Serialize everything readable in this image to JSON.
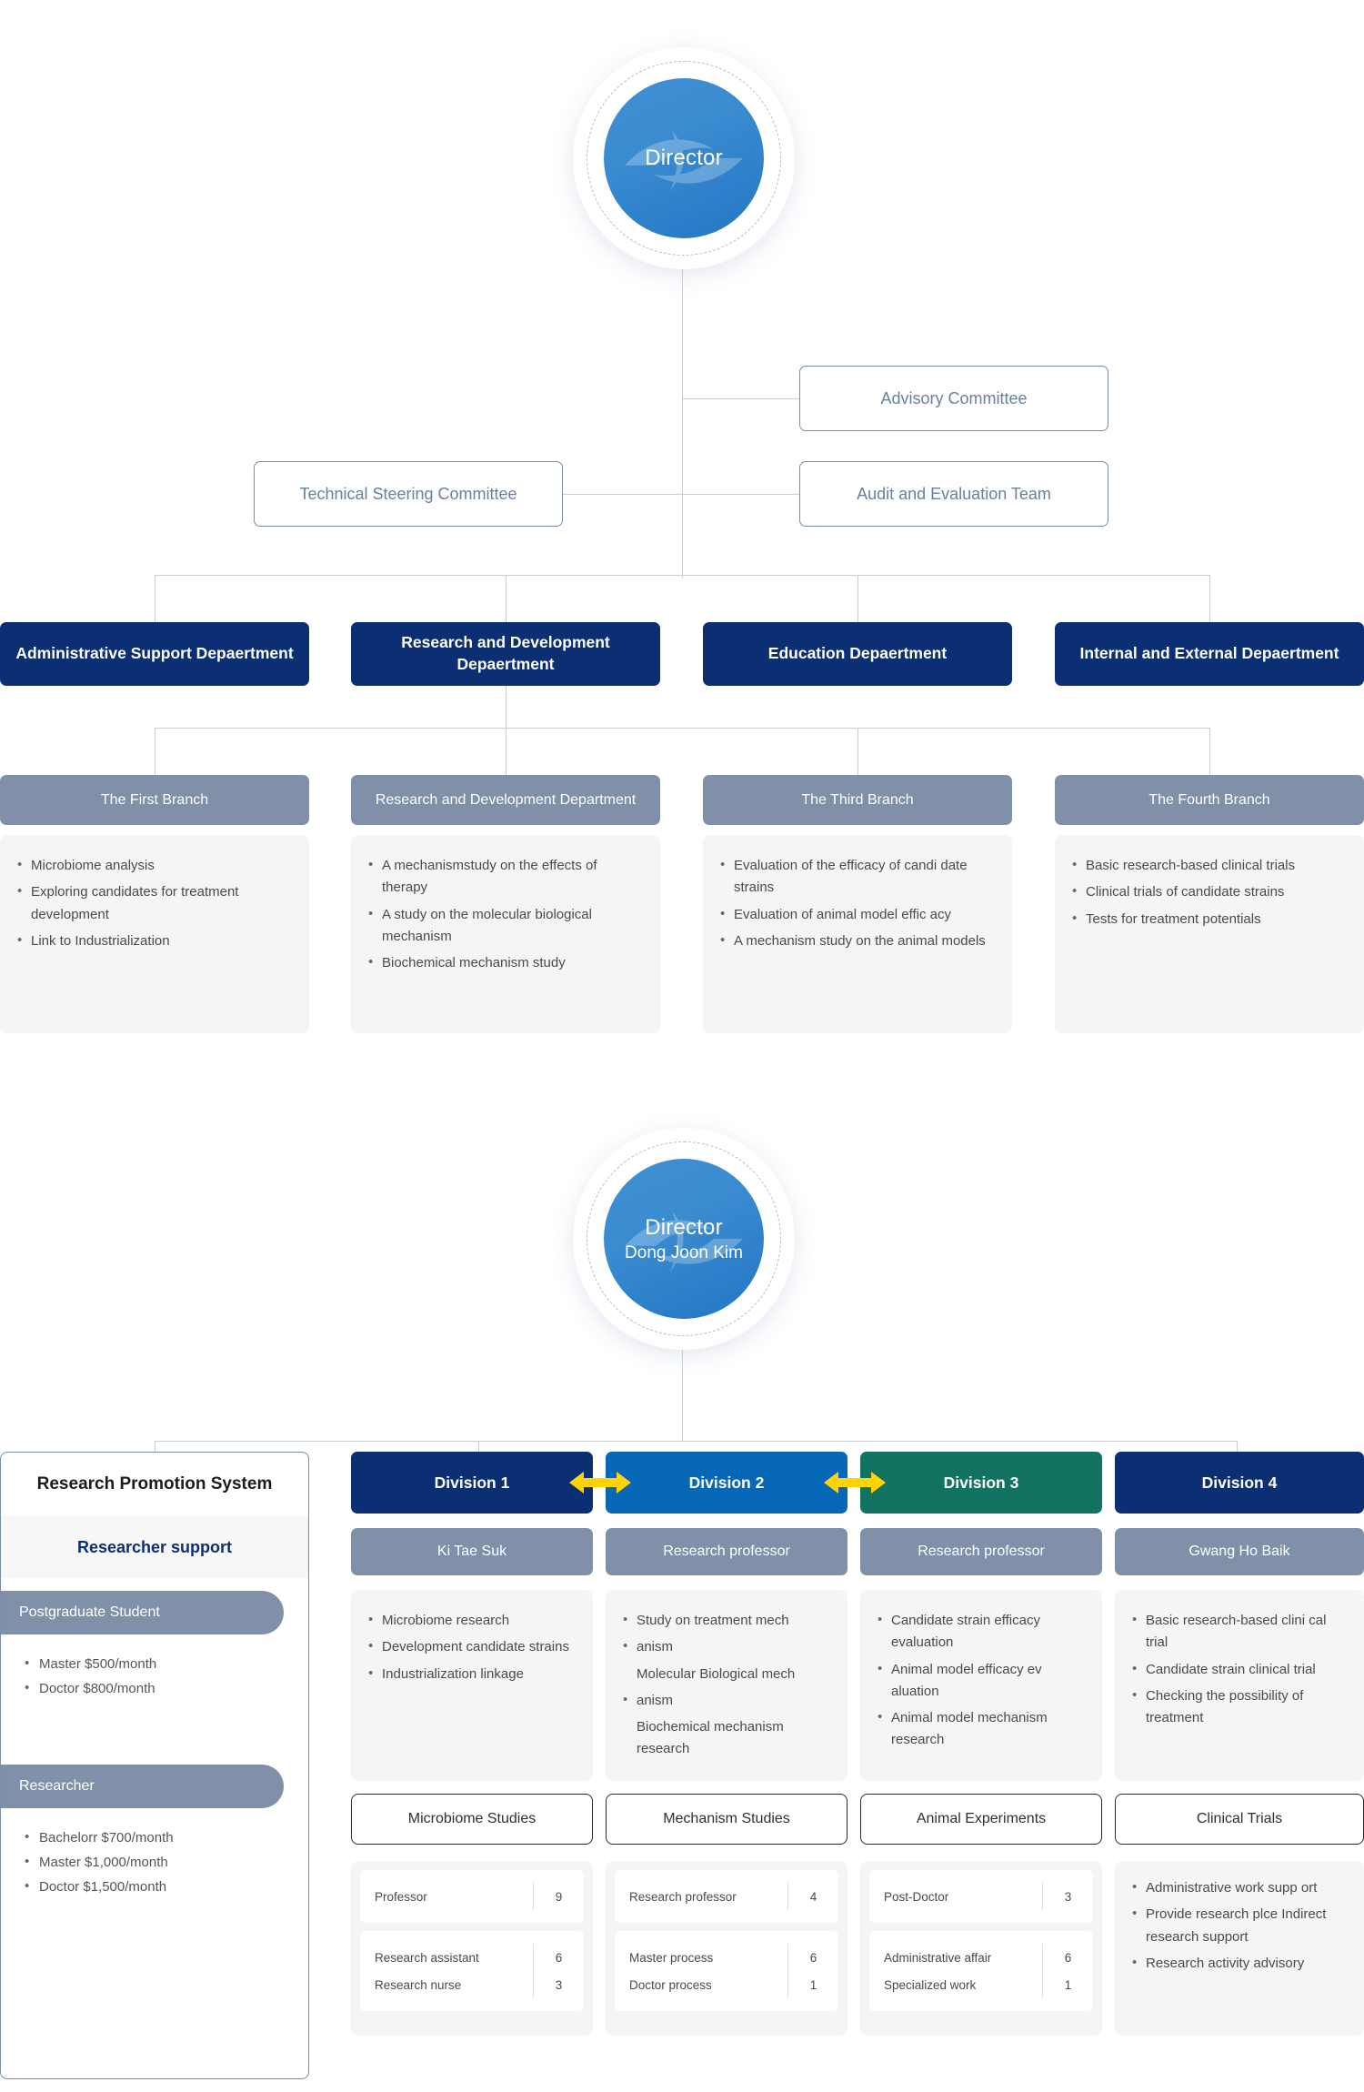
{
  "top_section": {
    "director": {
      "title": "Director",
      "name": ""
    },
    "committees": [
      {
        "label": "Advisory Committee"
      },
      {
        "label": "Technical Steering Committee"
      },
      {
        "label": "Audit and Evaluation Team"
      }
    ],
    "departments": [
      {
        "label": "Administrative Support Depaertment"
      },
      {
        "label": "Research and Development Depaertment"
      },
      {
        "label": "Education Depaertment"
      },
      {
        "label": "Internal and External Depaertment"
      }
    ],
    "branches": [
      {
        "header": "The First Branch",
        "items": [
          "Microbiome analysis",
          "Exploring candidates for treatment development",
          "Link to Industrialization"
        ]
      },
      {
        "header": "Research and Development Department",
        "items": [
          "A mechanismstudy on the effects of therapy",
          "A study on the molecular biological mechanism",
          "Biochemical mechanism study"
        ]
      },
      {
        "header": "The Third Branch",
        "items": [
          "Evaluation of the efficacy of candi date strains",
          "Evaluation of animal model effic acy",
          "A mechanism study on the animal models"
        ]
      },
      {
        "header": "The Fourth Branch",
        "items": [
          "Basic research-based clinical trials",
          "Clinical trials of candidate strains",
          "Tests for treatment potentials"
        ]
      }
    ]
  },
  "bottom_section": {
    "director": {
      "title": "Director",
      "name": "Dong Joon Kim"
    },
    "research_promotion": {
      "title": "Research Promotion System",
      "subtitle": "Researcher support",
      "groups": [
        {
          "pill": "Postgraduate Student",
          "items": [
            "Master $500/month",
            "Doctor $800/month"
          ]
        },
        {
          "pill": "Researcher",
          "items": [
            "Bachelorr $700/month",
            "Master $1,000/month",
            "Doctor $1,500/month"
          ]
        }
      ]
    },
    "divisions": [
      {
        "label": "Division 1",
        "color": "#0b2f72",
        "person": "Ki Tae Suk",
        "items": [
          {
            "text": "Microbiome research",
            "bullet": true
          },
          {
            "text": "Development candidate strains",
            "bullet": true
          },
          {
            "text": "Industrialization linkage",
            "bullet": true
          }
        ],
        "study": "Microbiome Studies",
        "counts": [
          [
            {
              "label": "Professor",
              "value": "9"
            }
          ],
          [
            {
              "label": "Research assistant",
              "value": "6"
            },
            {
              "label": "Research nurse",
              "value": "3"
            }
          ]
        ]
      },
      {
        "label": "Division 2",
        "color": "#0768b8",
        "person": "Research professor",
        "items": [
          {
            "text": "Study on treatment mech",
            "bullet": true
          },
          {
            "text": "anism",
            "bullet": true
          },
          {
            "text": "Molecular Biological mech",
            "bullet": false
          },
          {
            "text": "anism",
            "bullet": true
          },
          {
            "text": "Biochemical mechanism research",
            "bullet": false
          }
        ],
        "study": "Mechanism Studies",
        "counts": [
          [
            {
              "label": "Research professor",
              "value": "4"
            }
          ],
          [
            {
              "label": "Master process",
              "value": "6"
            },
            {
              "label": "Doctor process",
              "value": "1"
            }
          ]
        ]
      },
      {
        "label": "Division 3",
        "color": "#137361",
        "person": "Research professor",
        "items": [
          {
            "text": "Candidate strain efficacy evaluation",
            "bullet": true
          },
          {
            "text": "Animal model efficacy ev aluation",
            "bullet": true
          },
          {
            "text": "Animal model mechanism research",
            "bullet": true
          }
        ],
        "study": "Animal Experiments",
        "counts": [
          [
            {
              "label": "Post-Doctor",
              "value": "3"
            }
          ],
          [
            {
              "label": "Administrative affair",
              "value": "6"
            },
            {
              "label": "Specialized work",
              "value": "1"
            }
          ]
        ]
      },
      {
        "label": "Division 4",
        "color": "#0b2f72",
        "person": "Gwang Ho Baik",
        "items": [
          {
            "text": "Basic research-based clini cal trial",
            "bullet": true
          },
          {
            "text": "Candidate strain clinical trial",
            "bullet": true
          },
          {
            "text": "Checking the possibility of treatment",
            "bullet": true
          }
        ],
        "study": "Clinical Trials",
        "support_items": [
          "Administrative work supp ort",
          "Provide research plce Indirect research support",
          "Research activity advisory"
        ]
      }
    ],
    "arrow_icon": "double-arrow-horizontal",
    "arrow_color": "#ffd400"
  }
}
